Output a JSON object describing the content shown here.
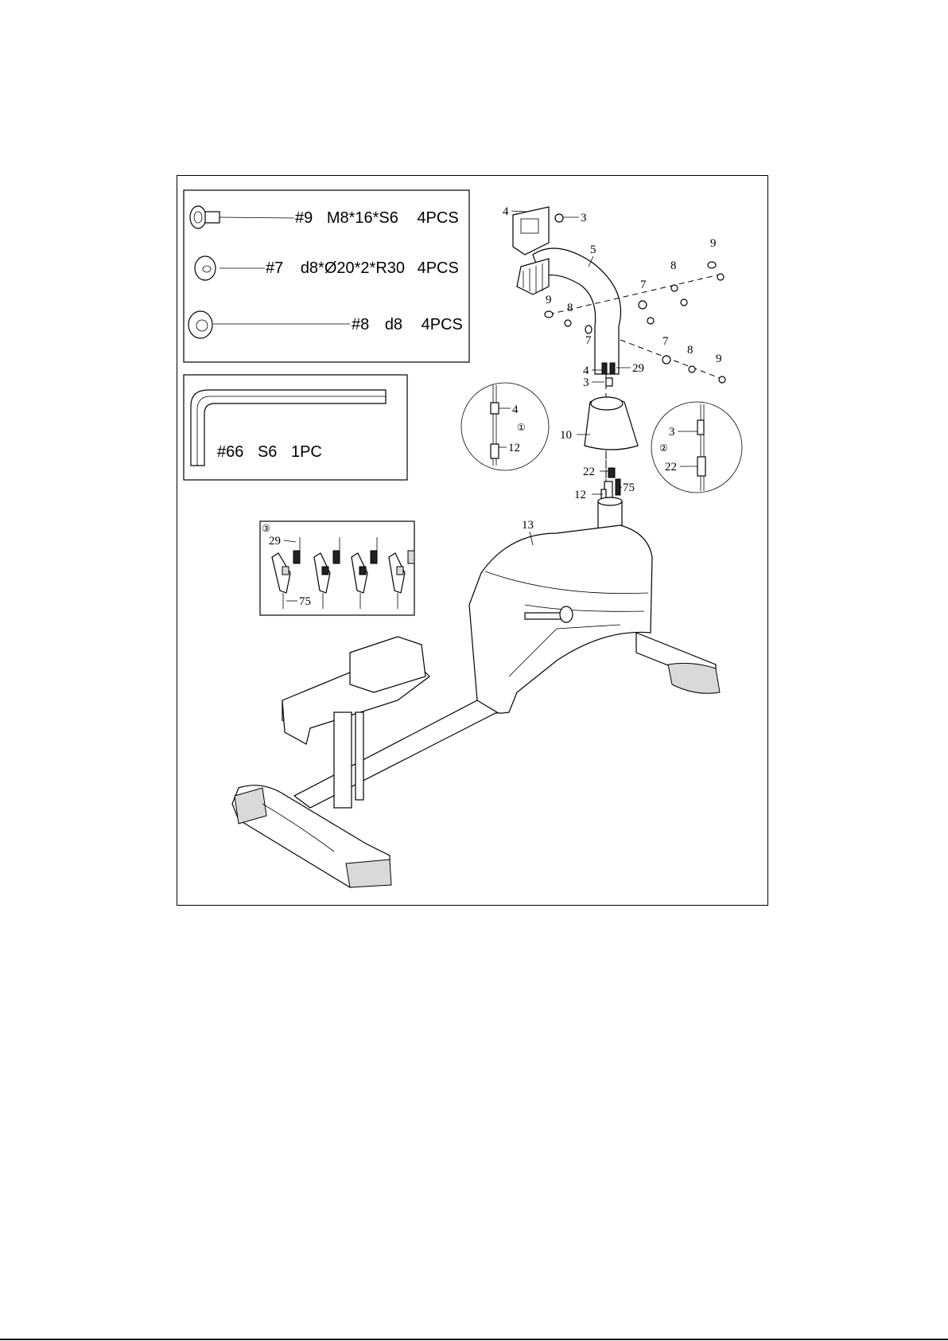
{
  "hardware": {
    "bolt": {
      "code": "#9",
      "spec": "M8*16*S6",
      "qty": "4PCS"
    },
    "curved_washer": {
      "code": "#7",
      "spec": "d8*Ø20*2*R30",
      "qty": "4PCS"
    },
    "spring_washer": {
      "code": "#8",
      "spec": "d8",
      "qty": "4PCS"
    }
  },
  "tool": {
    "code": "#66",
    "spec": "S6",
    "qty": "1PC"
  },
  "callouts": {
    "p3": "3",
    "p4": "4",
    "p5": "5",
    "p7": "7",
    "p8": "8",
    "p9": "9",
    "p10": "10",
    "p12": "12",
    "p13": "13",
    "p22": "22",
    "p29": "29",
    "p75": "75"
  },
  "detail_markers": {
    "d1": "①",
    "d2": "②",
    "d3": "③"
  }
}
